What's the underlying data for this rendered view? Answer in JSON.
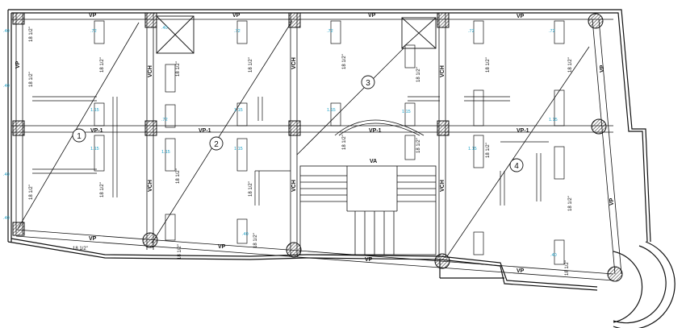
{
  "beam_labels": {
    "vp": "VP",
    "vp1": "VP-1",
    "va": "VA",
    "vch": "VCH"
  },
  "dimension_labels": {
    "bar": "18 1/2\"",
    "level_a": ".40",
    "level_b": "1.15",
    "level_c": ".72"
  },
  "section_markers": [
    "1",
    "2",
    "3",
    "4"
  ],
  "colors": {
    "line": "#111111",
    "background": "#ffffff",
    "annotation": "#1aa0c8",
    "hatch": "#333333"
  }
}
